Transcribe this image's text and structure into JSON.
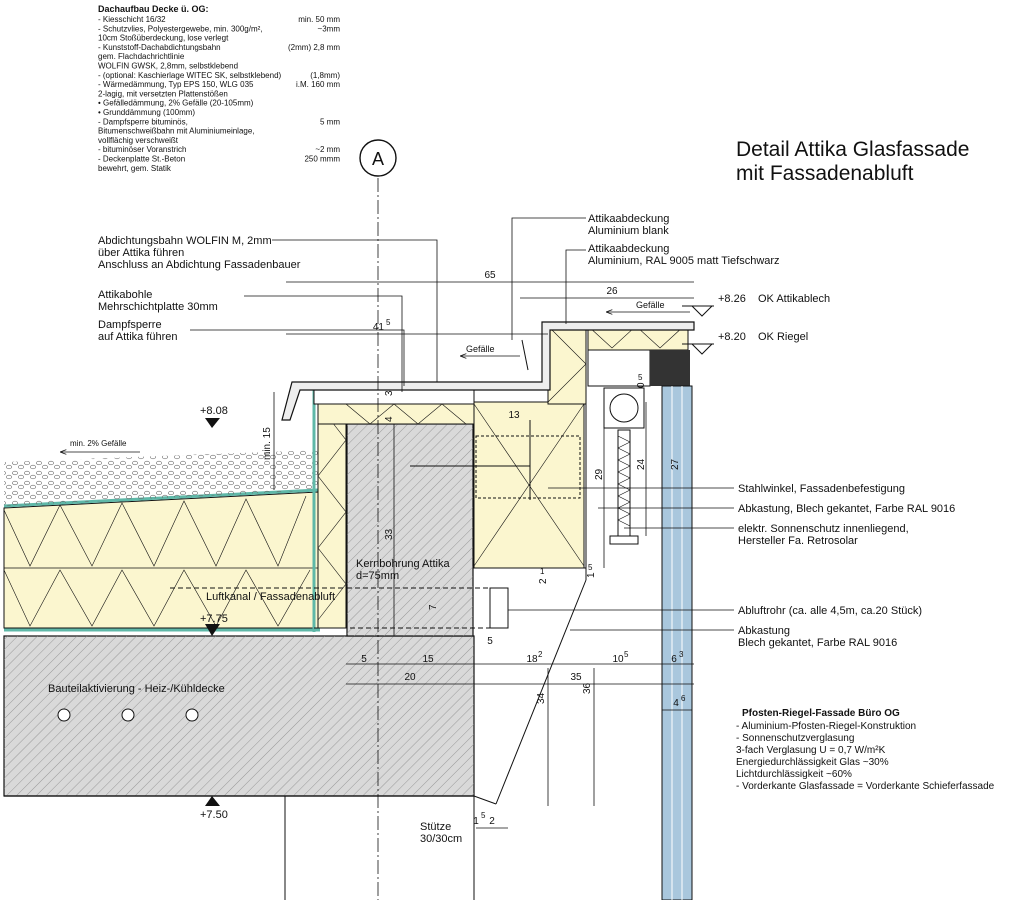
{
  "title": {
    "line1": "Detail Attika Glasfassade",
    "line2": "mit Fassadenabluft"
  },
  "axis_label": "A",
  "roof_buildup": {
    "heading": "Dachaufbau Decke ü. OG:",
    "rows": [
      {
        "text": "- Kiesschicht  16/32",
        "value": "min. 50 mm"
      },
      {
        "text": "- Schutzvlies, Polyestergewebe, min. 300g/m²,",
        "value": "~3mm"
      },
      {
        "text": "  10cm Stoßüberdeckung, lose verlegt",
        "value": ""
      },
      {
        "text": "- Kunststoff-Dachabdichtungsbahn",
        "value": "(2mm) 2,8 mm"
      },
      {
        "text": "  gem. Flachdachrichtlinie",
        "value": ""
      },
      {
        "text": "  WOLFIN GWSK, 2,8mm, selbstklebend",
        "value": ""
      },
      {
        "text": "- (optional: Kaschierlage WITEC SK, selbstklebend)",
        "value": "(1,8mm)"
      },
      {
        "text": "- Wärmedämmung, Typ EPS 150, WLG 035",
        "value": "i.M. 160 mm"
      },
      {
        "text": "  2-lagig, mit versetzten Plattenstößen",
        "value": ""
      },
      {
        "text": "  • Gefälledämmung, 2% Gefälle (20-105mm)",
        "value": ""
      },
      {
        "text": "  • Grunddämmung  (100mm)",
        "value": ""
      },
      {
        "text": "- Dampfsperre bituminös,",
        "value": "5 mm"
      },
      {
        "text": "  Bitumenschweißbahn mit Aluminiumeinlage,",
        "value": ""
      },
      {
        "text": "  vollflächig verschweißt",
        "value": ""
      },
      {
        "text": "- bituminöser Voranstrich",
        "value": "~2 mm"
      },
      {
        "text": "- Deckenplatte St.-Beton",
        "value": "250 mmm"
      },
      {
        "text": "  bewehrt, gem. Statik",
        "value": ""
      }
    ]
  },
  "labels": {
    "abdichtung_1": "Abdichtungsbahn WOLFIN M, 2mm",
    "abdichtung_2": "über Attika führen",
    "abdichtung_3": "Anschluss an Abdichtung Fassadenbauer",
    "attikabohle_1": "Attikabohle",
    "attikabohle_2": "Mehrschichtplatte 30mm",
    "dampfsperre_1": "Dampfsperre",
    "dampfsperre_2": "auf Attika führen",
    "abdeckung1_1": "Attikaabdeckung",
    "abdeckung1_2": "Aluminium blank",
    "abdeckung2_1": "Attikaabdeckung",
    "abdeckung2_2": "Aluminium, RAL 9005 matt Tiefschwarz",
    "stahlwinkel": "Stahlwinkel, Fassadenbefestigung",
    "abkastung1": "Abkastung, Blech gekantet, Farbe RAL 9016",
    "sonnenschutz_1": "elektr. Sonnenschutz innenliegend,",
    "sonnenschutz_2": "Hersteller Fa. Retrosolar",
    "abluftrohr": "Abluftrohr (ca. alle 4,5m, ca.20 Stück)",
    "abkastung2_1": "Abkastung",
    "abkastung2_2": "Blech gekantet, Farbe RAL 9016",
    "kernbohrung_1": "Kernbohrung Attika",
    "kernbohrung_2": "d=75mm",
    "luftkanal": "Luftkanal / Fassadenabluft",
    "bauteil": "Bauteilaktivierung - Heiz-/Kühldecke",
    "stuetze_1": "Stütze",
    "stuetze_2": "30/30cm",
    "gefaelle_1": "Gefälle",
    "gefaelle_2": "Gefälle",
    "min_gefaelle": "min. 2% Gefälle"
  },
  "levels": {
    "l826_value": "+8.26",
    "l826_label": "OK Attikablech",
    "l820_value": "+8.20",
    "l820_label": "OK Riegel",
    "l808": "+8.08",
    "l775": "+7.75",
    "l750": "+7.50"
  },
  "dims": {
    "d65": "65",
    "d26": "26",
    "d41": "41",
    "d41_sup": "5",
    "d13": "13",
    "d3": "3",
    "d4": "4",
    "d33": "33",
    "min15": "min. 15",
    "d29": "29",
    "d24": "24",
    "d27": "27",
    "d0": "0",
    "d0_sup": "5",
    "d7": "7",
    "d5a": "5",
    "d5b": "5",
    "d15": "15",
    "d18": "18",
    "d18_sup": "2",
    "d10": "10",
    "d10_sup": "5",
    "d6": "6",
    "d6_sup": "3",
    "d20": "20",
    "d35": "35",
    "d4b": "4",
    "d4b_sup": "6",
    "d34": "34",
    "d36": "36",
    "d1": "1",
    "d1_sup": "5",
    "d2": "2",
    "d21": "2",
    "d21_sup": "1",
    "d1s": "1",
    "d1s_sup": "5"
  },
  "facade": {
    "heading": "Pfosten-Riegel-Fassade Büro OG",
    "lines": [
      "- Aluminium-Pfosten-Riegel-Konstruktion",
      "- Sonnenschutzverglasung",
      "  3-fach Verglasung U = 0,7 W/m²K",
      "  Energiedurchlässigkeit Glas ~30%",
      "  Lichtdurchlässigkeit ~60%",
      "- Vorderkante Glasfassade = Vorderkante Schieferfassade"
    ]
  },
  "colors": {
    "insulation": "#fbf6cf",
    "concrete": "#d9d9d9",
    "membrane": "#5fb8a8",
    "glass": "#a9c7dd",
    "line": "#111111"
  }
}
